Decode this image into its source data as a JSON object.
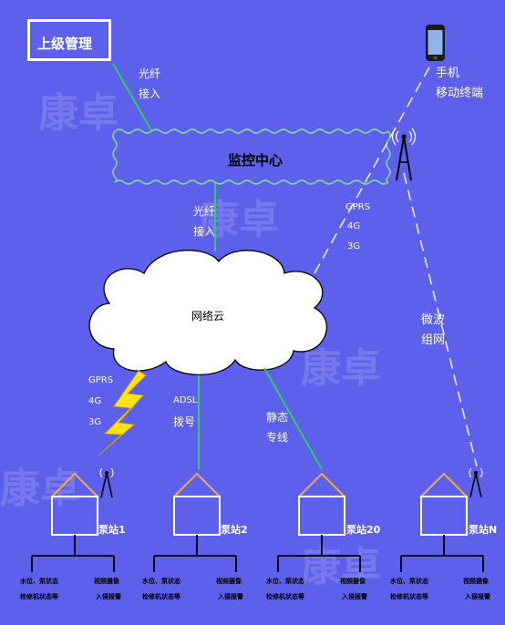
{
  "upper_management": "上级管理",
  "monitoring_center": "监控中心",
  "phone": {
    "label1": "手机",
    "label2": "移动终端"
  },
  "fiber_top": {
    "line1": "光纤",
    "line2": "接入"
  },
  "fiber_mid": {
    "line1": "光纤",
    "line2": "接入"
  },
  "wireless_right": {
    "l1": "GPRS",
    "l2": "4G",
    "l3": "3G"
  },
  "microwave": {
    "l1": "微波",
    "l2": "组网"
  },
  "network_cloud": "网络云",
  "wireless_left": {
    "l1": "GPRS",
    "l2": "4G",
    "l3": "3G"
  },
  "adsl": {
    "l1": "ADSL",
    "l2": "拨号"
  },
  "static_line": {
    "l1": "静态",
    "l2": "专线"
  },
  "stations": [
    {
      "name": "泵站1"
    },
    {
      "name": "泵站2"
    },
    {
      "name": "泵站20"
    },
    {
      "name": "泵站N"
    }
  ],
  "station_status": {
    "water_level": "水位、泵状态",
    "overhaul": "检修机状态等",
    "video": "视频摄像",
    "intrusion": "入侵报警"
  },
  "watermark": "康卓",
  "colors": {
    "background": "#5c60ea",
    "fiber_line": "#33cc66",
    "house_roof": "#f0a850",
    "lightning": "#ffe21a"
  }
}
